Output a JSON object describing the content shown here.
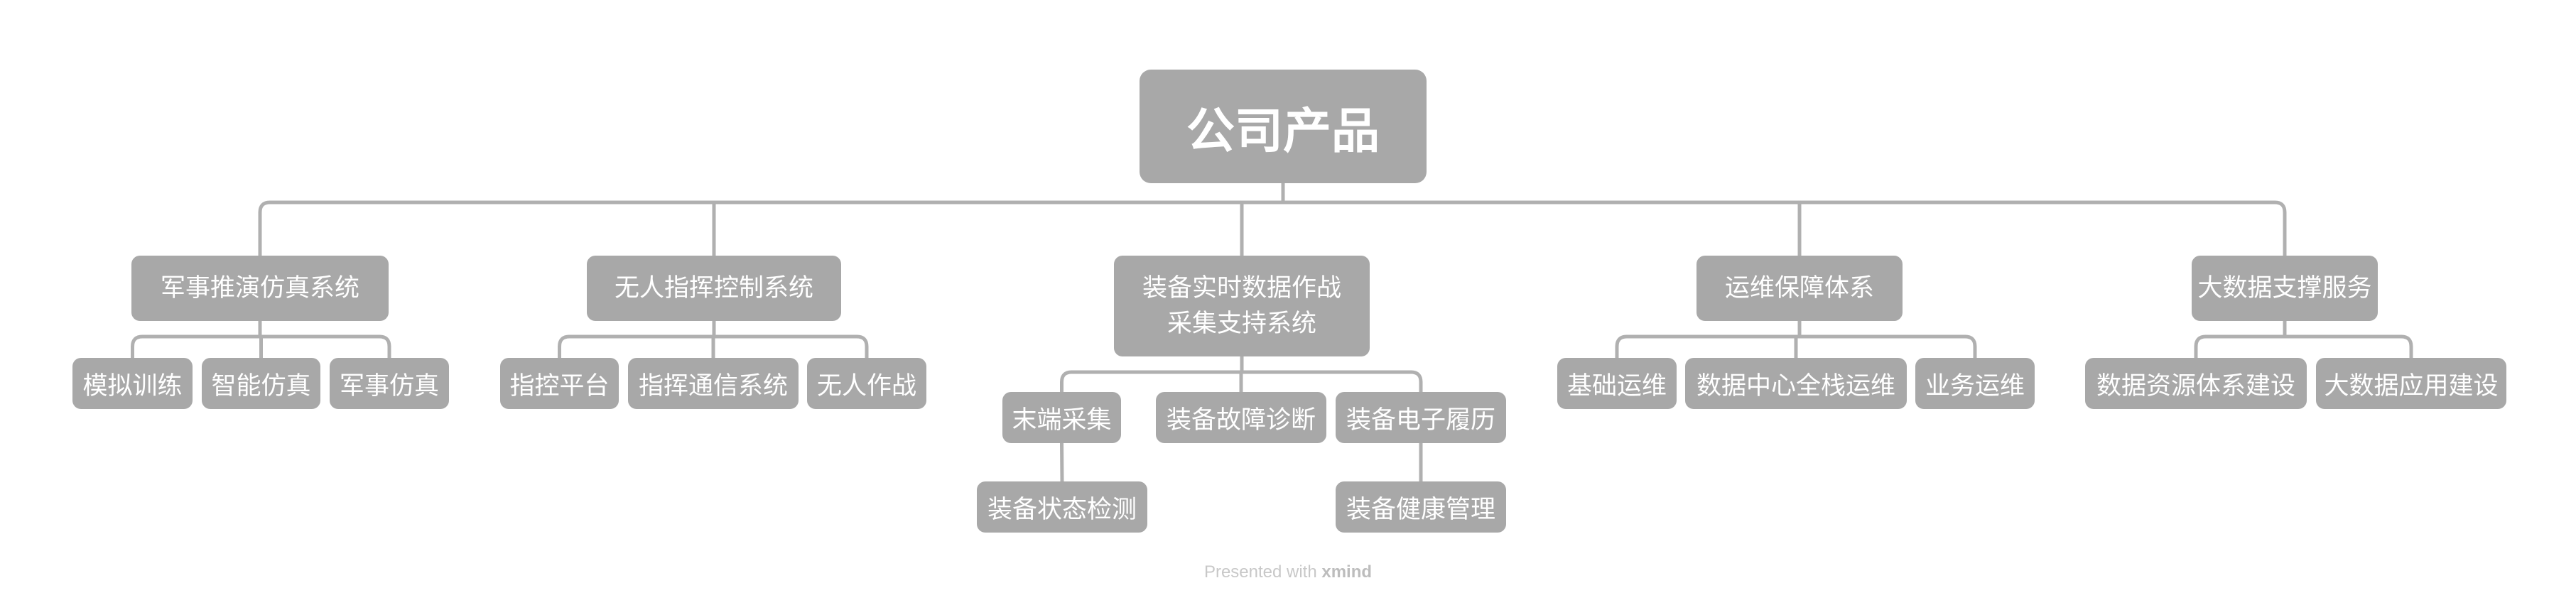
{
  "root": {
    "label": "公司产品",
    "children": [
      {
        "label": "军事推演仿真系统",
        "children": [
          {
            "label": "模拟训练"
          },
          {
            "label": "智能仿真"
          },
          {
            "label": "军事仿真"
          }
        ]
      },
      {
        "label": "无人指挥控制系统",
        "children": [
          {
            "label": "指控平台"
          },
          {
            "label": "指挥通信系统"
          },
          {
            "label": "无人作战"
          }
        ]
      },
      {
        "label": "装备实时数据作战\n采集支持系统",
        "children": [
          {
            "label": "末端采集",
            "children": [
              {
                "label": "装备状态检测"
              }
            ]
          },
          {
            "label": "装备故障诊断"
          },
          {
            "label": "装备电子履历",
            "children": [
              {
                "label": "装备健康管理"
              }
            ]
          }
        ]
      },
      {
        "label": "运维保障体系",
        "children": [
          {
            "label": "基础运维"
          },
          {
            "label": "数据中心全栈运维"
          },
          {
            "label": "业务运维"
          }
        ]
      },
      {
        "label": "大数据支撑服务",
        "children": [
          {
            "label": "数据资源体系建设"
          },
          {
            "label": "大数据应用建设"
          }
        ]
      }
    ]
  },
  "footer": {
    "prefix": "Presented with ",
    "brand": "xmind"
  },
  "colors": {
    "node_fill": "#a8a8a8",
    "node_text": "#ffffff",
    "connector": "#b0b0b0"
  }
}
